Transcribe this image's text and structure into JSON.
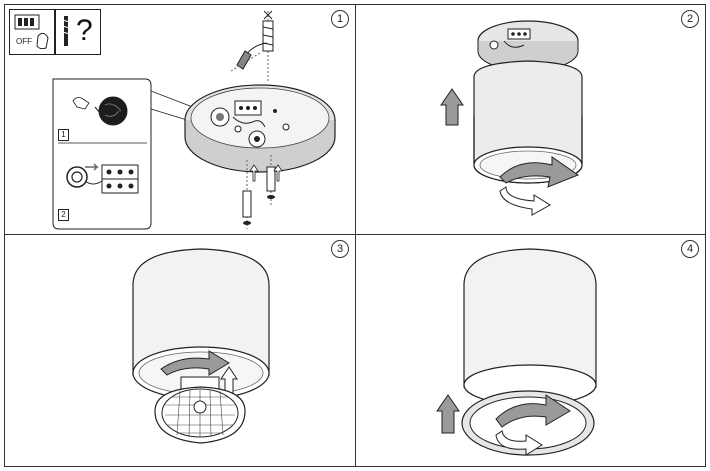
{
  "steps": [
    {
      "number": "1"
    },
    {
      "number": "2"
    },
    {
      "number": "3"
    },
    {
      "number": "4"
    }
  ],
  "warning": {
    "switch_label": "OFF",
    "tools_symbol": "?"
  },
  "detail_steps": [
    "1",
    "2"
  ],
  "colors": {
    "line": "#222222",
    "arrow_fill": "#9a9a9a",
    "shade": "#d9d9d9",
    "shade_dark": "#b9b9b9"
  }
}
